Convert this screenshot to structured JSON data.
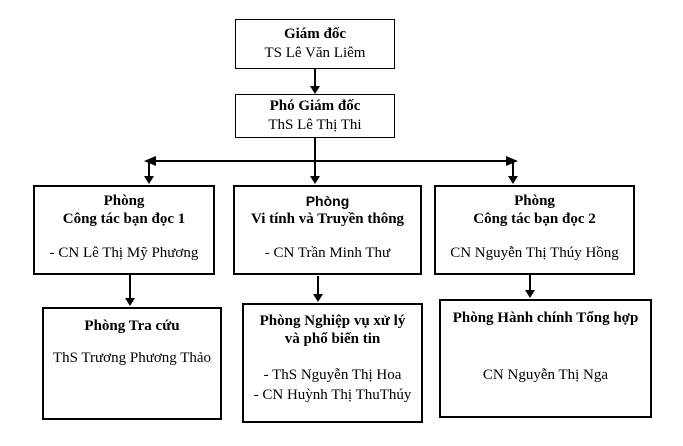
{
  "org": {
    "director": {
      "title": "Giám đốc",
      "name": "TS Lê Văn Liêm"
    },
    "deputy": {
      "title": "Phó Giám đốc",
      "name": "ThS Lê Thị Thi"
    },
    "departments": [
      {
        "title1": "Phòng",
        "title2": "Công tác bạn đọc 1",
        "members": [
          "- CN Lê Thị Mỹ Phương"
        ]
      },
      {
        "title1": "Phòng",
        "title2": "Vi tính và Truyền thông",
        "members": [
          "- CN Trần Minh Thư"
        ]
      },
      {
        "title1": "Phòng",
        "title2": "Công tác bạn đọc 2",
        "members": [
          "CN Nguyễn Thị Thúy Hồng"
        ]
      }
    ],
    "subdepartments": [
      {
        "title1": "Phòng Tra cứu",
        "title2": "",
        "members": [
          "ThS Trương Phương Thảo"
        ]
      },
      {
        "title1": "Phòng Nghiệp vụ xử lý",
        "title2": "và phổ biến tin",
        "members": [
          "- ThS Nguyễn Thị Hoa",
          "- CN Huỳnh Thị ThuThúy"
        ]
      },
      {
        "title1": "Phòng Hành chính Tổng hợp",
        "title2": "",
        "members": [
          "CN Nguyễn Thị Nga"
        ]
      }
    ]
  },
  "colors": {
    "background": "#ffffff",
    "border": "#000000",
    "text": "#000000",
    "line": "#000000"
  }
}
